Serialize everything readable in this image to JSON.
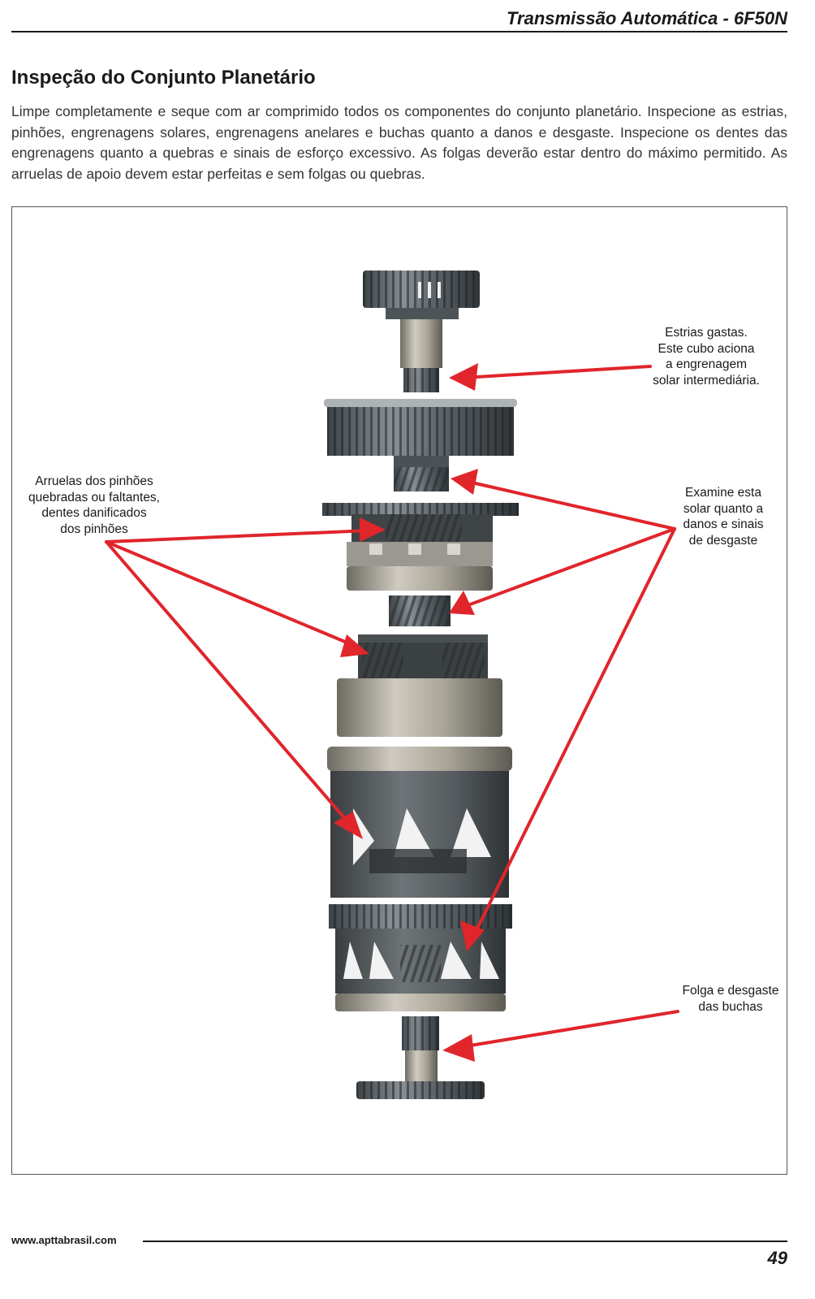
{
  "header": {
    "title": "Transmissão Automática - 6F50N"
  },
  "section": {
    "title": "Inspeção do Conjunto Planetário",
    "intro": "Limpe completamente e seque com ar comprimido todos os componentes do conjunto planetário. Inspecione as estrias, pinhões, engrenagens solares, engrenagens anelares e buchas quanto a danos e desgaste. Inspecione os dentes das engrenagens quanto a quebras e sinais de esforço excessivo. As folgas deverão estar dentro do máximo permitido. As arruelas de apoio devem estar perfeitas e sem folgas ou quebras."
  },
  "figure": {
    "arrow_color": "#e0252b",
    "callouts": {
      "estrias": [
        "Estrias gastas.",
        "Este cubo aciona",
        "a engrenagem",
        "solar intermediária."
      ],
      "arruelas": [
        "Arruelas dos pinhões",
        "quebradas ou faltantes,",
        "dentes danificados",
        "dos pinhões"
      ],
      "examine": [
        "Examine esta",
        "solar quanto a",
        "danos e sinais",
        "de desgaste"
      ],
      "folga": [
        "Folga e desgaste",
        "das buchas"
      ]
    }
  },
  "footer": {
    "url": "www.apttabrasil.com",
    "page_number": "49"
  }
}
